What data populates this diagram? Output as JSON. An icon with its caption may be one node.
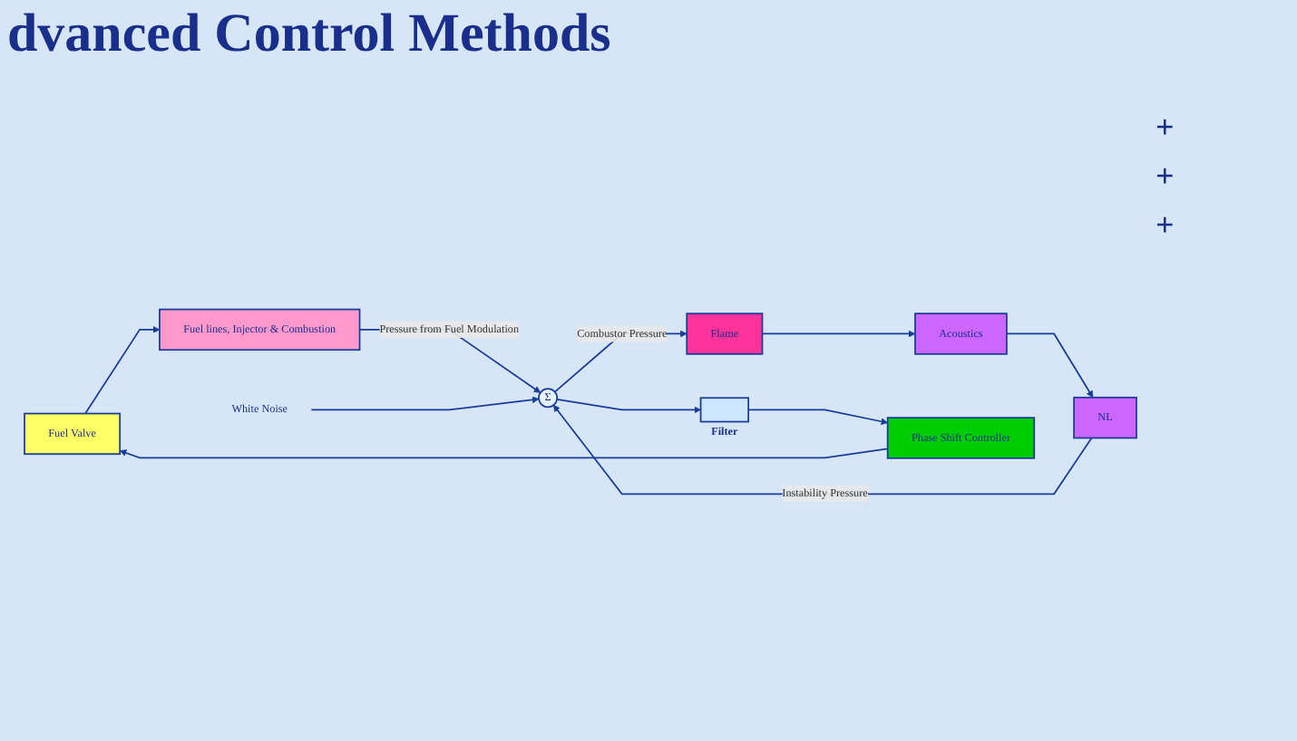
{
  "diagram": {
    "title": "dvanced Control Methods",
    "nodes": [
      {
        "text": [
          "Fuel Valve"
        ]
      },
      {
        "text": [
          "Fuel lines, Injector & Combustion"
        ]
      },
      {
        "text": [
          "Σ"
        ]
      },
      {
        "text": [
          "Flame"
        ]
      },
      {
        "text": [
          "Acoustics"
        ]
      },
      {
        "text": [
          "NL"
        ]
      },
      {
        "text": [],
        "shape": "box",
        "beside": [
          "Filter"
        ]
      },
      {
        "text": [
          "Phase Shift Controller"
        ]
      },
      {
        "text": [
          "White Noise"
        ]
      }
    ],
    "edges": [
      {
        "from": 0,
        "to": 1,
        "arrow": "to"
      },
      {
        "from": 1,
        "to": 2,
        "arrow": "to",
        "label": "Pressure from Fuel Modulation"
      },
      {
        "from": 8,
        "to": 2,
        "arrow": "to"
      },
      {
        "from": 5,
        "to": 2,
        "arrow": "to",
        "label": "Instability Pressure"
      },
      {
        "from": 2,
        "to": 3,
        "arrow": "to",
        "label": "Combustor Pressure"
      },
      {
        "from": 3,
        "to": 4,
        "arrow": "to"
      },
      {
        "from": 4,
        "to": 5,
        "arrow": "to"
      },
      {
        "from": 2,
        "to": 6,
        "arrow": "to"
      },
      {
        "from": 6,
        "to": 7,
        "arrow": "to"
      },
      {
        "from": 7,
        "to": 0,
        "arrow": "to"
      }
    ],
    "labels": [
      "+",
      "+",
      "+"
    ]
  }
}
